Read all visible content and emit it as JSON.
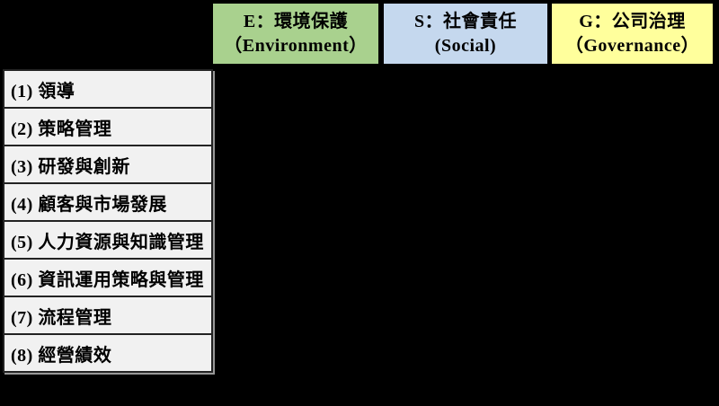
{
  "figure": {
    "background": "#000000",
    "matrix": {
      "column_headers": [
        {
          "line1": "E：環境保護",
          "line2": "（Environment）",
          "background": "#a9d18e"
        },
        {
          "line1": "S：社會責任",
          "line2": "(Social)",
          "background": "#c5d8ee"
        },
        {
          "line1": "G：公司治理",
          "line2": "（Governance）",
          "background": "#ffff9c"
        }
      ],
      "row_header_background": "#f1f1f1",
      "row_headers": [
        {
          "label": "(1) 領導"
        },
        {
          "label": "(2) 策略管理"
        },
        {
          "label": "(3) 研發與創新"
        },
        {
          "label": "(4) 顧客與市場發展"
        },
        {
          "label": "(5) 人力資源與知識管理"
        },
        {
          "label": "(6) 資訊運用策略與管理"
        },
        {
          "label": "(7) 流程管理"
        },
        {
          "label": "(8) 經營績效"
        }
      ]
    }
  }
}
